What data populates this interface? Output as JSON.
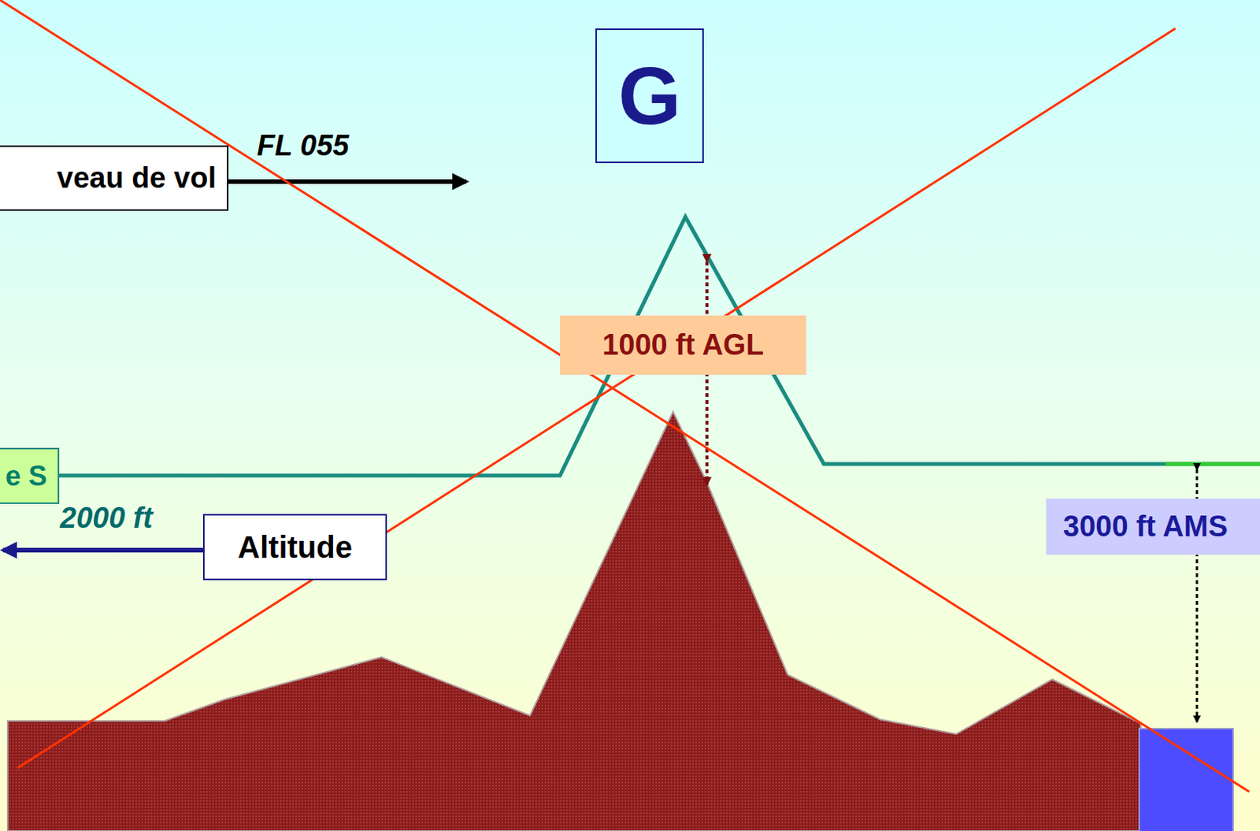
{
  "diagram": {
    "nodes": [
      {
        "text": [
          "G"
        ]
      },
      {
        "text": [
          "veau de vol"
        ]
      },
      {
        "text": [
          "e S"
        ]
      },
      {
        "text": [
          "1000 ft AGL"
        ]
      },
      {
        "text": [
          "Altitude"
        ]
      },
      {
        "text": [
          "3000 ft AMS"
        ]
      }
    ],
    "labels": [
      "FL 055",
      "2000 ft"
    ]
  }
}
